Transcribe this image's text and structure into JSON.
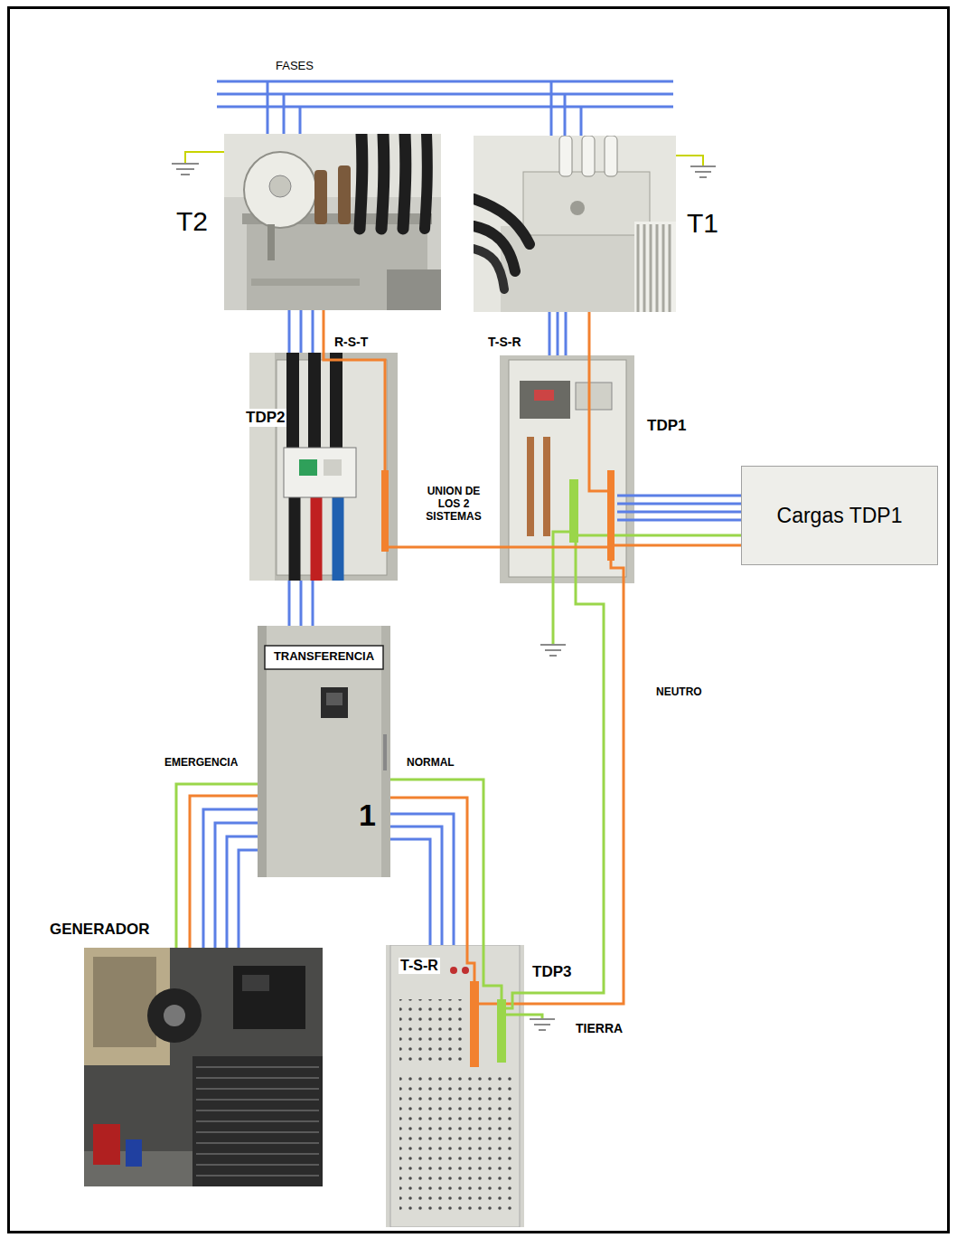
{
  "diagram": {
    "nodes": [
      {
        "text": [
          "T2"
        ]
      },
      {
        "text": [
          "T1"
        ]
      },
      {
        "text": [
          "TDP2"
        ]
      },
      {
        "text": [
          "TDP1"
        ]
      },
      {
        "text": [
          "Cargas TDP1"
        ]
      },
      {
        "text": [
          "TRANSFERENCIA",
          "1"
        ]
      },
      {
        "text": [
          "GENERADOR"
        ]
      },
      {
        "text": [
          "T-S-R",
          "TDP3"
        ]
      }
    ],
    "edges": [
      {
        "from": 0,
        "to": 2,
        "arrow": "none",
        "label": "R-S-T"
      },
      {
        "from": 1,
        "to": 3,
        "arrow": "none",
        "label": "T-S-R"
      },
      {
        "from": 2,
        "to": 3,
        "arrow": "none",
        "label": "UNION DE LOS 2 SISTEMAS"
      },
      {
        "from": 3,
        "to": 4,
        "arrow": "none"
      },
      {
        "from": 2,
        "to": 5,
        "arrow": "none"
      },
      {
        "from": 5,
        "to": 6,
        "arrow": "none",
        "label": "EMERGENCIA"
      },
      {
        "from": 5,
        "to": 7,
        "arrow": "none",
        "label": "NORMAL"
      },
      {
        "from": 3,
        "to": 7,
        "arrow": "none",
        "label": "NEUTRO"
      }
    ],
    "labels": [
      "FASES",
      "TIERRA"
    ]
  }
}
